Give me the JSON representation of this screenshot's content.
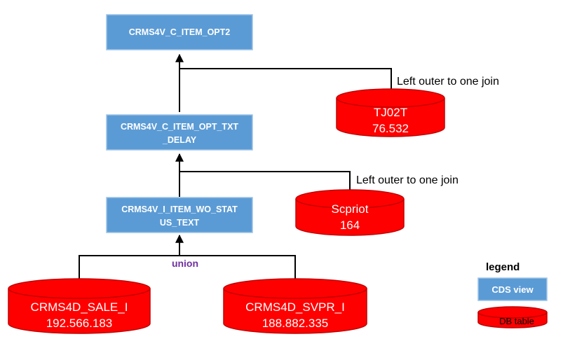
{
  "colors": {
    "cds_view_fill": "#5b9bd5",
    "cds_view_border": "#9dc3e6",
    "db_table_fill": "#ff0000",
    "db_table_border": "#c00000",
    "union_label": "#7030a0",
    "connector": "#000000"
  },
  "views": {
    "top": {
      "line1": "CRMS4V_C_ITEM_OPT2"
    },
    "middle": {
      "line1": "CRMS4V_C_ITEM_OPT_TXT",
      "line2": "_DELAY"
    },
    "bottom": {
      "line1": "CRMS4V_I_ITEM_WO_STAT",
      "line2": "US_TEXT"
    }
  },
  "tables": {
    "tj02t": {
      "name": "TJ02T",
      "rows": "76.532"
    },
    "scpriot": {
      "name": "Scpriot",
      "rows": "164"
    },
    "sale": {
      "name": "CRMS4D_SALE_I",
      "rows": "192.566.183"
    },
    "svpr": {
      "name": "CRMS4D_SVPR_I",
      "rows": "188.882.335"
    }
  },
  "joins": {
    "top_join": "Left outer to one join",
    "middle_join": "Left outer to one join",
    "union": "union"
  },
  "legend": {
    "title": "legend",
    "cds_view": "CDS view",
    "db_table": "DB table"
  }
}
